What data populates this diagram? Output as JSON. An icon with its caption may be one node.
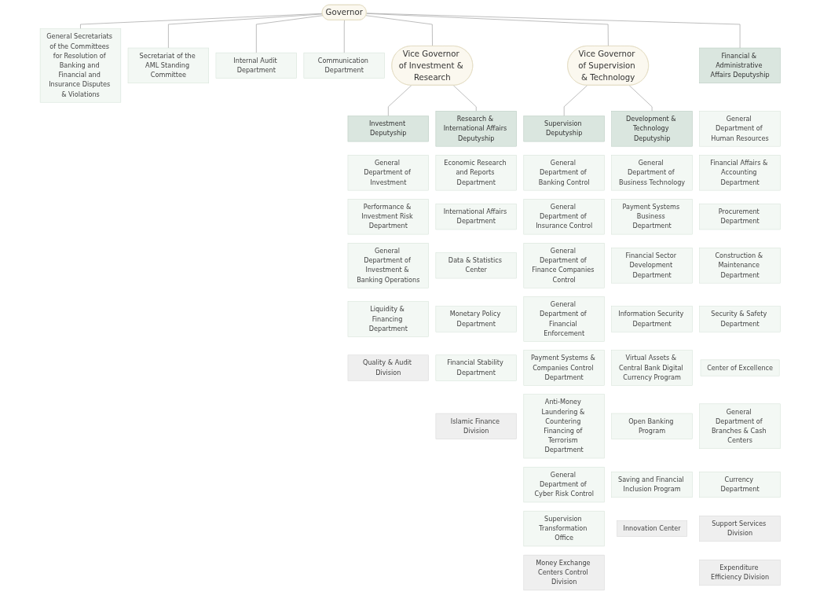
{
  "diagram": {
    "nodes": [
      {
        "text": [
          "General Secretariats of the Committees for Resolution of Banking and Financial and Insurance Disputes & Violations"
        ]
      },
      {
        "text": [
          "Secretariat of the AML Standing Committee"
        ]
      },
      {
        "text": [
          "Governor"
        ]
      },
      {
        "text": [
          "Internal Audit Department"
        ]
      },
      {
        "text": [
          "Communication Department"
        ]
      },
      {
        "text": [
          "Vice Governor of Investment & Research"
        ]
      },
      {
        "text": [
          "Vice Governor of Supervision & Technology"
        ]
      },
      {
        "text": [
          "Investment Deputyship"
        ]
      },
      {
        "text": [
          "Research & International Affairs Deputyship"
        ]
      },
      {
        "text": [
          "Financial & Administrative Affairs Deputyship"
        ]
      },
      {
        "text": [
          "Development & Technology Deputyship"
        ]
      },
      {
        "text": [
          "Supervision Deputyship"
        ]
      },
      {
        "text": [
          "General Department of Investment"
        ]
      },
      {
        "text": [
          "Performance & Investment Risk Department"
        ]
      },
      {
        "text": [
          "General Department of Investment & Banking Operations"
        ]
      },
      {
        "text": [
          "Liquidity & Financing Department"
        ]
      },
      {
        "text": [
          "Quality & Audit Division"
        ]
      },
      {
        "text": [
          "Economic Research and Reports Department"
        ]
      },
      {
        "text": [
          "International Affairs Department"
        ]
      },
      {
        "text": [
          "Data & Statistics Center"
        ]
      },
      {
        "text": [
          "Monetary Policy Department"
        ]
      },
      {
        "text": [
          "Financial Stability Department"
        ]
      },
      {
        "text": [
          "Islamic Finance Division"
        ]
      },
      {
        "text": [
          "General Department of Human Resources"
        ]
      },
      {
        "text": [
          "Financial Affairs & Accounting Department"
        ]
      },
      {
        "text": [
          "Procurement Department"
        ]
      },
      {
        "text": [
          "Construction & Maintenance Department"
        ]
      },
      {
        "text": [
          "Security & Safety Department"
        ]
      },
      {
        "text": [
          "Center of Excellence"
        ]
      },
      {
        "text": [
          "General Department of Branches & Cash Centers"
        ]
      },
      {
        "text": [
          "Currency Department"
        ]
      },
      {
        "text": [
          "Support Services Division"
        ]
      },
      {
        "text": [
          "Expenditure Efficiency Division"
        ]
      },
      {
        "text": [
          "General Department of Business Technology"
        ]
      },
      {
        "text": [
          "Payment Systems Business Department"
        ]
      },
      {
        "text": [
          "Financial Sector Development Department"
        ]
      },
      {
        "text": [
          "Information Security Department"
        ]
      },
      {
        "text": [
          "Virtual Assets & Central Bank Digital Currency Program"
        ]
      },
      {
        "text": [
          "Open Banking Program"
        ]
      },
      {
        "text": [
          "Saving and Financial Inclusion Program"
        ]
      },
      {
        "text": [
          "Innovation Center"
        ]
      },
      {
        "text": [
          "General Department of Banking Control"
        ]
      },
      {
        "text": [
          "General Department of Insurance Control"
        ]
      },
      {
        "text": [
          "General Department of Finance Companies Control"
        ]
      },
      {
        "text": [
          "General Department of Financial Enforcement"
        ]
      },
      {
        "text": [
          "Payment Systems & Companies Control Department"
        ]
      },
      {
        "text": [
          "Anti-Money Laundering & Countering Financing of Terrorism Department"
        ]
      },
      {
        "text": [
          "General Department of Cyber Risk Control"
        ]
      },
      {
        "text": [
          "Supervision Transformation Office"
        ]
      },
      {
        "text": [
          "Money Exchange Centers Control Division"
        ]
      }
    ],
    "edges": [
      {
        "from": 2,
        "to": 0,
        "arrow": "none"
      },
      {
        "from": 2,
        "to": 1,
        "arrow": "none"
      },
      {
        "from": 2,
        "to": 3,
        "arrow": "none"
      },
      {
        "from": 2,
        "to": 4,
        "arrow": "none"
      },
      {
        "from": 2,
        "to": 5,
        "arrow": "none"
      },
      {
        "from": 2,
        "to": 6,
        "arrow": "none"
      },
      {
        "from": 2,
        "to": 9,
        "arrow": "none"
      },
      {
        "from": 5,
        "to": 7,
        "arrow": "none"
      },
      {
        "from": 5,
        "to": 8,
        "arrow": "none"
      },
      {
        "from": 6,
        "to": 10,
        "arrow": "none"
      },
      {
        "from": 6,
        "to": 11,
        "arrow": "none"
      }
    ]
  }
}
